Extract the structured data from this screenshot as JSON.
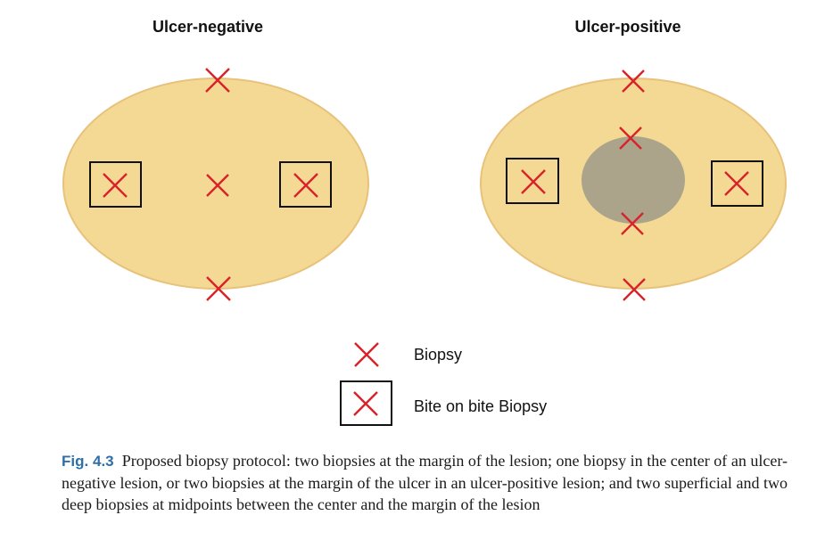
{
  "panels": {
    "left_title": "Ulcer-negative",
    "right_title": "Ulcer-positive"
  },
  "legend": {
    "biopsy_label": "Biopsy",
    "bite_on_bite_label": "Bite on bite Biopsy"
  },
  "caption": {
    "label": "Fig. 4.3",
    "text": "Proposed biopsy protocol: two biopsies at the margin of the lesion; one biopsy in the center of an ulcer-negative lesion, or two biopsies at the margin of the ulcer in an ulcer-positive lesion; and two superficial and two deep biopsies at midpoints between the center and the margin of the lesion"
  },
  "colors": {
    "lesion_fill": "#f3d994",
    "lesion_stroke": "#e8c27a",
    "ulcer_fill": "#aba38a",
    "marker": "#d8232a",
    "box_stroke": "#111111",
    "caption_label": "#2f6fa8"
  }
}
